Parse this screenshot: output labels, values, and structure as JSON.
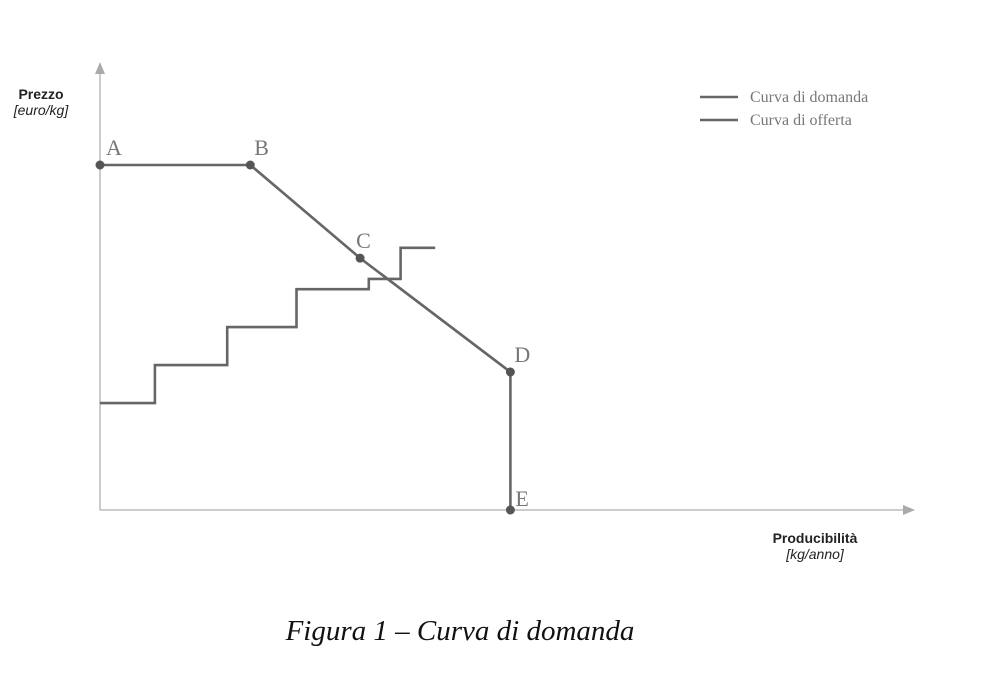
{
  "chart_data": {
    "type": "line",
    "title": "",
    "caption": "Figura 1 – Curva di domanda",
    "ylabel": "Prezzo",
    "yunit": "[euro/kg]",
    "xlabel": "Producibilità",
    "xunit": "[kg/anno]",
    "xlim": [
      0,
      10
    ],
    "ylim": [
      0,
      10
    ],
    "grid": false,
    "legend_position": "top-right",
    "series": [
      {
        "name": "Curva di domanda",
        "color": "#666666",
        "x": [
          0,
          2.6,
          4.5,
          7.1,
          7.1
        ],
        "y": [
          10,
          10,
          7.3,
          4.0,
          0
        ],
        "point_labels": [
          "A",
          "B",
          "C",
          "D",
          "E"
        ]
      },
      {
        "name": "Curva di offerta",
        "color": "#666666",
        "step": true,
        "x": [
          0,
          0.95,
          0.95,
          2.2,
          2.2,
          3.4,
          3.4,
          4.65,
          4.65,
          5.2,
          5.2,
          5.8
        ],
        "y": [
          3.1,
          3.1,
          4.2,
          4.2,
          5.3,
          5.3,
          6.4,
          6.4,
          6.7,
          6.7,
          7.6,
          7.6
        ]
      }
    ]
  }
}
